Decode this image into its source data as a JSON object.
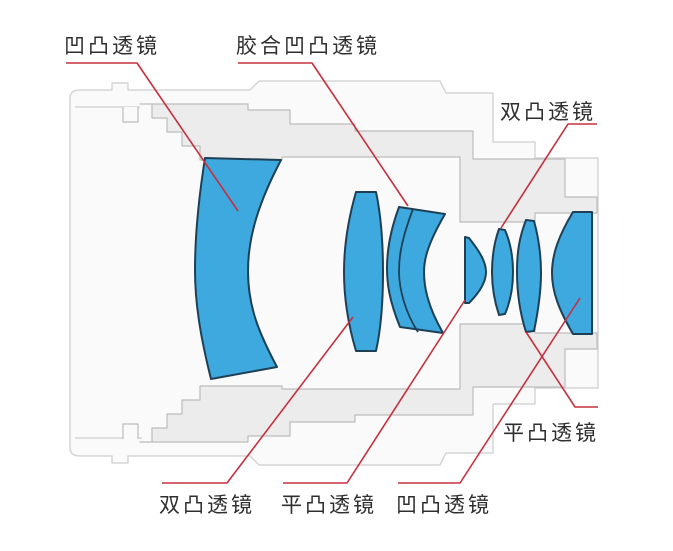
{
  "diagram": {
    "type": "camera-lens-cross-section",
    "labels": [
      {
        "id": "top-left",
        "text": "凹凸透镜",
        "points_to": "lens-1-front-meniscus"
      },
      {
        "id": "top-middle",
        "text": "胶合凹凸透镜",
        "points_to": "lens-3-4-cemented-doublet"
      },
      {
        "id": "top-right",
        "text": "双凸透镜",
        "points_to": "lens-6-small-biconvex"
      },
      {
        "id": "right",
        "text": "平凸透镜",
        "points_to": "lens-7-plano-convex"
      },
      {
        "id": "bottom-left",
        "text": "双凸透镜",
        "points_to": "lens-2-biconvex"
      },
      {
        "id": "bottom-middle",
        "text": "平凸透镜",
        "points_to": "lens-5-small-plano-convex"
      },
      {
        "id": "bottom-right",
        "text": "凹凸透镜",
        "points_to": "lens-8-rear-element"
      }
    ],
    "colors": {
      "lens_fill": "#3ea9df",
      "lens_stroke": "#1e4056",
      "leader": "#c5303f",
      "housing_fill": "#ececec",
      "housing_stroke": "#bcbcbc",
      "barrel_fill": "#fafafa",
      "barrel_stroke": "#d5d5d5",
      "label_text": "#2f2f2f"
    }
  }
}
